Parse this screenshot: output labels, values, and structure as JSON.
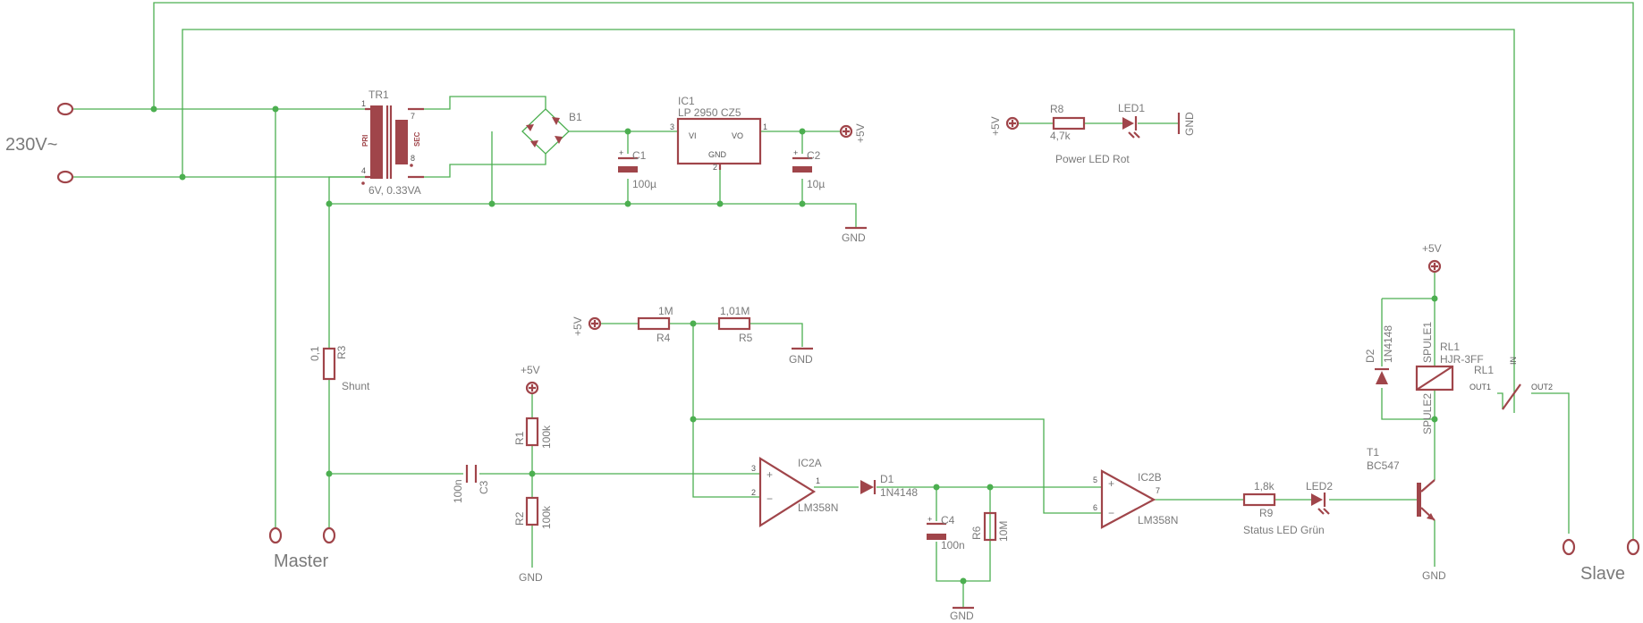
{
  "colors": {
    "wire": "#4caf50",
    "component": "#a0454a",
    "text": "#7a7a7a",
    "background": "#ffffff"
  },
  "labels": {
    "mains": "230V~",
    "master": "Master",
    "slave": "Slave",
    "tr1": "TR1",
    "tr1_value": "6V, 0.33VA",
    "tr1_pri": "PRI",
    "tr1_sec": "SEC",
    "b1": "B1",
    "ic1": "IC1",
    "ic1_value": "LP 2950 CZ5",
    "ic1_vi": "VI",
    "ic1_vo": "VO",
    "ic1_gnd": "GND",
    "c1": "C1",
    "c1_value": "100µ",
    "c2": "C2",
    "c2_value": "10µ",
    "gnd": "GND",
    "plus5v": "+5V",
    "r8": "R8",
    "r8_value": "4,7k",
    "led1": "LED1",
    "power_led": "Power LED Rot",
    "r3": "R3",
    "r3_value": "0,1",
    "shunt": "Shunt",
    "r4": "R4",
    "r4_value": "1M",
    "r5": "R5",
    "r5_value": "1,01M",
    "r1": "R1",
    "r1_value": "100k",
    "r2": "R2",
    "r2_value": "100k",
    "c3": "C3",
    "c3_value": "100n",
    "ic2a": "IC2A",
    "ic2a_value": "LM358N",
    "d1": "D1",
    "d1_value": "1N4148",
    "c4": "C4",
    "c4_value": "100n",
    "r6": "R6",
    "r6_value": "10M",
    "ic2b": "IC2B",
    "ic2b_value": "LM358N",
    "r9": "R9",
    "r9_value": "1,8k",
    "led2": "LED2",
    "status_led": "Status LED Grün",
    "t1": "T1",
    "t1_value": "BC547",
    "d2": "D2",
    "d2_value": "1N4148",
    "rl1": "RL1",
    "rl1_value": "HJR-3FF",
    "rl1_contact": "RL1",
    "spule1": "SPULE1",
    "spule2": "SPULE2",
    "out1": "OUT1",
    "out2": "OUT2",
    "in": "IN",
    "plus": "+",
    "minus": "−",
    "pins": {
      "p1": "1",
      "p2": "2",
      "p3": "3",
      "p4": "4",
      "p5": "5",
      "p6": "6",
      "p7": "7",
      "p8": "8"
    }
  }
}
